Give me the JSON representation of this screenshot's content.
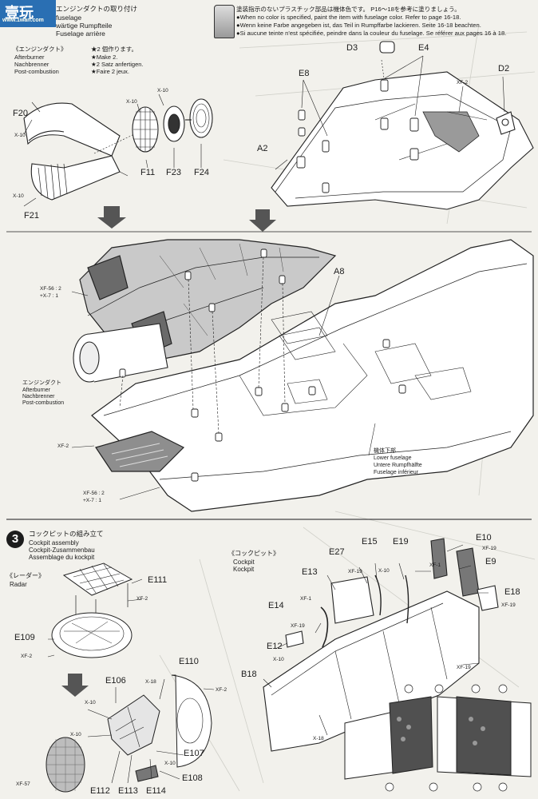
{
  "header": {
    "logo_text": "壹玩",
    "logo_url": "www.1wan.com",
    "step2_title_jp": "エンジンダクトの取り付け",
    "step2_title_en": "fuselage",
    "step2_title_de": "wärtige Rumpfteile",
    "step2_title_fr": "Fuselage arrière",
    "color_notes": [
      "塗装指示のないプラスチック部品は機体色です。 P16〜18を参考に塗りましょう。",
      "●When no color is specified, paint the item with fuselage color. Refer to page 16-18.",
      "●Wenn keine Farbe angegeben ist, das Teil in Rumpffarbe lackieren. Seite 16-18 beachten.",
      "●Si aucune teinte n'est spécifiée, peindre dans la couleur du fuselage. Se référer aux pages 16 à 18."
    ]
  },
  "afterburner": {
    "title_jp": "《エンジンダクト》",
    "title_en": "Afterburner",
    "title_de": "Nachbrenner",
    "title_fr": "Post-combustion",
    "make_notes": [
      "★2 個作ります。",
      "★Make 2.",
      "★2 Satz anfertigen.",
      "★Faire 2 jeux."
    ]
  },
  "step2_labels": {
    "f20": "F20",
    "f21": "F21",
    "f11": "F11",
    "f23": "F23",
    "f24": "F24",
    "x10_a": "X-10",
    "x10_b": "X-10",
    "x10_c": "X-10",
    "x10_d": "X-10",
    "d3": "D3",
    "e4": "E4",
    "e8": "E8",
    "d2": "D2",
    "a2": "A2",
    "xf2_top": "XF-2",
    "a8": "A8",
    "xf56_top_1": "XF-56 : 2",
    "xf56_top_2": "+X-7 : 1",
    "engine_jp": "エンジンダクト",
    "engine_en": "Afterburner",
    "engine_de": "Nachbrenner",
    "engine_fr": "Post-combustion",
    "xf2_mid": "XF-2",
    "lower_jp": "機体下部",
    "lower_en": "Lower fuselage",
    "lower_de": "Untere Rumpfhälfte",
    "lower_fr": "Fuselage inférieur",
    "xf56_bot_1": "XF-56 : 2",
    "xf56_bot_2": "+X-7 : 1"
  },
  "step3": {
    "number": "3",
    "title_jp": "コックピットの組み立て",
    "title_en": "Cockpit assembly",
    "title_de": "Cockpit-Zusammenbau",
    "title_fr": "Assemblage du kockpit",
    "radar_jp": "《レーダー》",
    "radar_en": "Radar",
    "cockpit_jp": "《コックピット》",
    "cockpit_en": "Cockpit",
    "cockpit_de": "Kockpit",
    "labels": {
      "e111": "E111",
      "xf2_a": "XF-2",
      "e109": "E109",
      "xf2_b": "XF-2",
      "e110": "E110",
      "e106": "E106",
      "x18_a": "X-18",
      "xf2_c": "XF-2",
      "x10_a": "X-10",
      "x10_b": "X-10",
      "e107": "E107",
      "x10_c": "X-10",
      "e108": "E108",
      "xf57": "XF-57",
      "e112": "E112",
      "e113": "E113",
      "e114": "E114",
      "e27": "E27",
      "e15": "E15",
      "e19": "E19",
      "e10": "E10",
      "xf19_a": "XF-19",
      "xf1_a": "XF-1",
      "e9": "E9",
      "e13": "E13",
      "xf19_b": "XF-19",
      "x10_d": "X-10",
      "e18": "E18",
      "xf19_c": "XF-19",
      "xf1_b": "XF-1",
      "e14": "E14",
      "xf19_d": "XF-19",
      "e12": "E12",
      "x10_e": "X-10",
      "b18": "B18",
      "xf19_e": "XF-19",
      "x18_b": "X-18"
    }
  }
}
